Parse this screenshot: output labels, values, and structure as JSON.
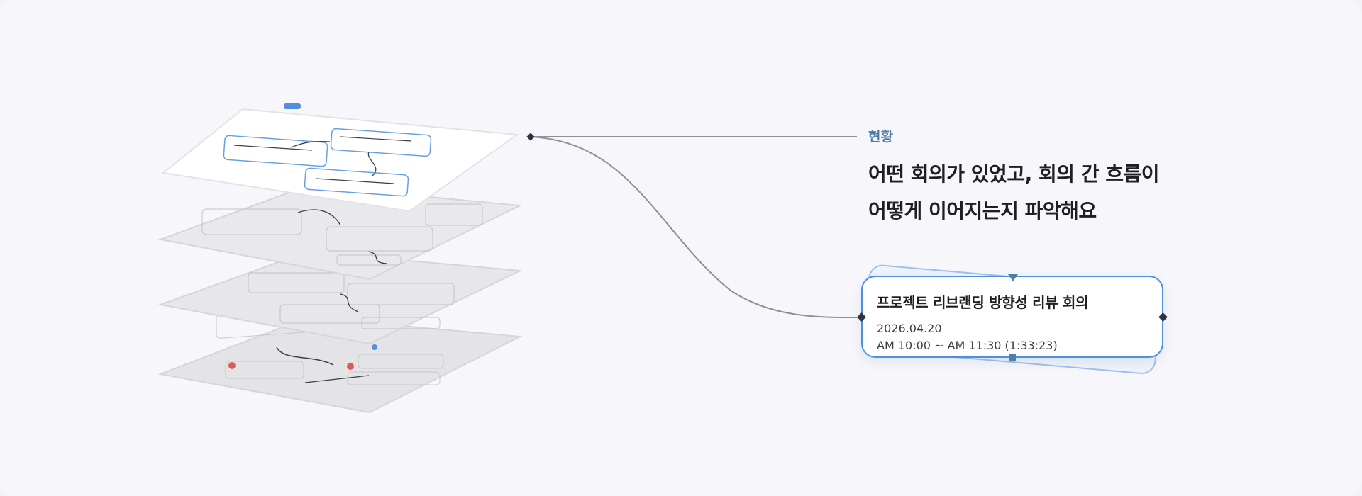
{
  "section": {
    "label": "현황",
    "headline_line1": "어떤 회의가 있었고, 회의 간 흐름이",
    "headline_line2": "어떻게 이어지는지 파악해요"
  },
  "meeting_card": {
    "title": "프로젝트 리브랜딩 방향성 리뷰 회의",
    "date": "2026.04.20",
    "time": "AM 10:00  ~  AM 11:30  (1:33:23)"
  },
  "colors": {
    "accent": "#4f8fdf",
    "label": "#4f7fa8",
    "connector": "#8e9099",
    "layer_gray": "#e6e6e8"
  },
  "icons": {
    "anchor": "diamond-handle-icon",
    "top_handle": "triangle-handle-icon",
    "bottom_handle": "square-handle-icon"
  }
}
